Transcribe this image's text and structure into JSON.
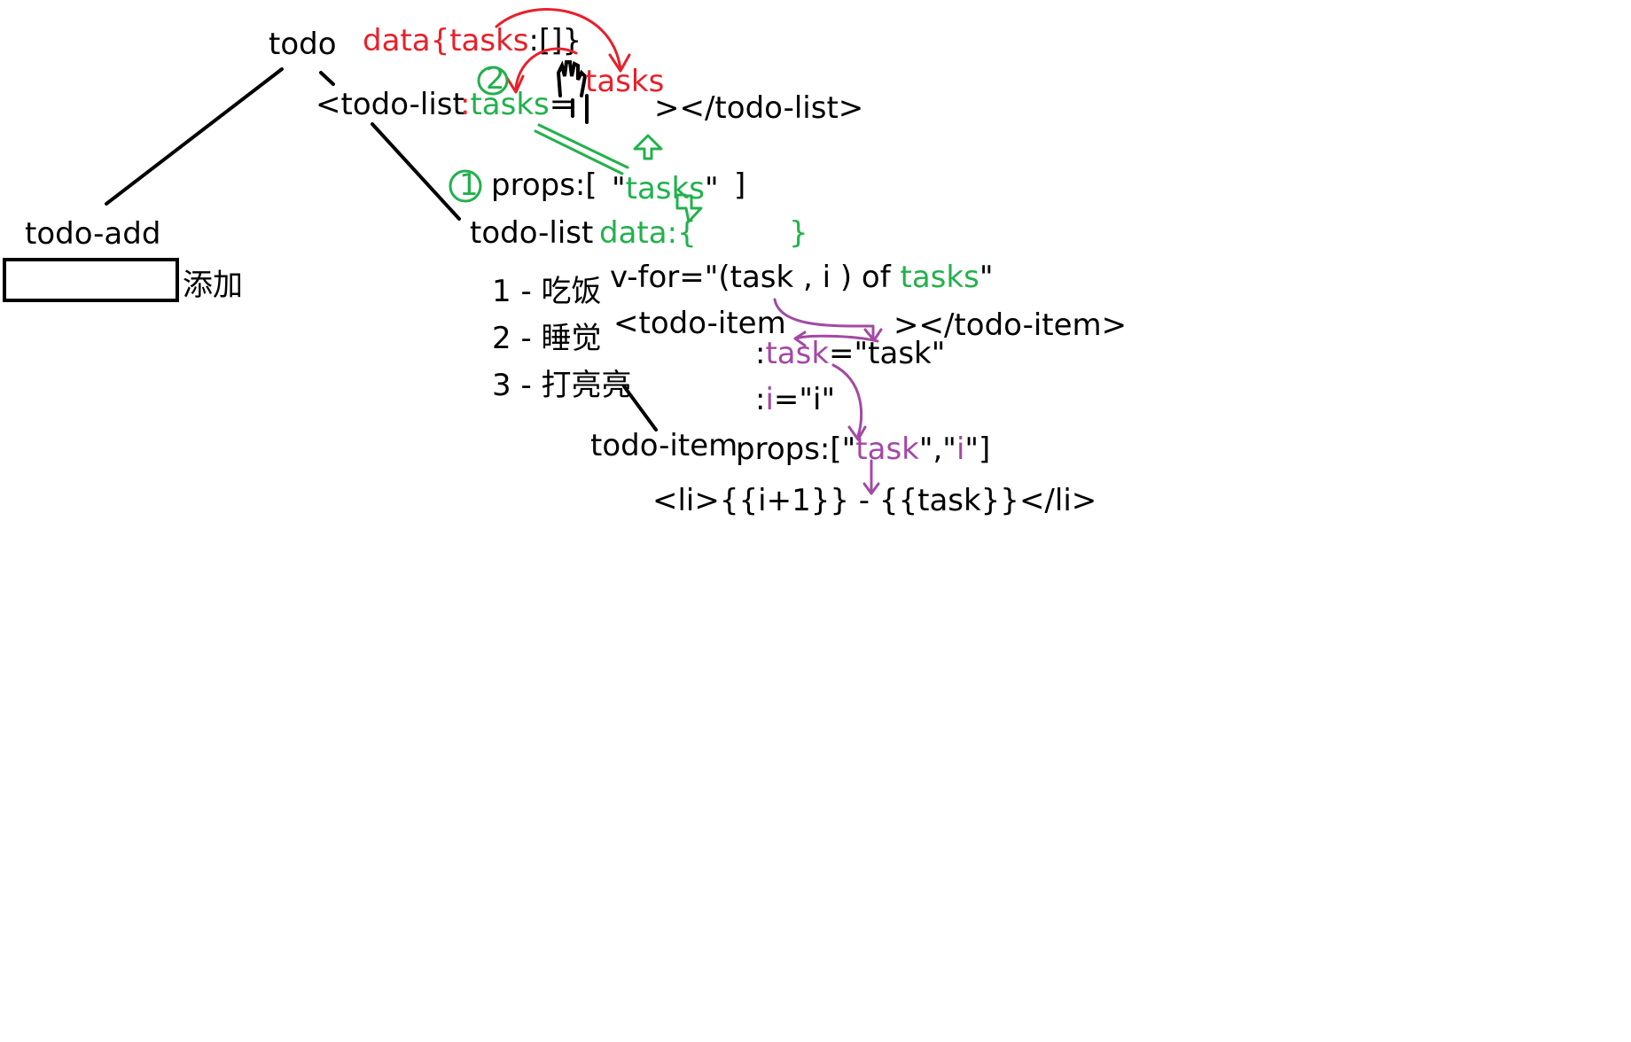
{
  "colors": {
    "red": "#e8202a",
    "green": "#22b14c",
    "purple": "#a349a4",
    "black": "#000000"
  },
  "root": {
    "label": "todo"
  },
  "root_data": {
    "prefix": "data{",
    "tasks": "tasks",
    "suffix": ":[]}"
  },
  "list_tag": {
    "open": "<todo-list",
    "bind_colon": ":",
    "bind": "tasks",
    "eq": "=",
    "close": "></todo-list>"
  },
  "red_tasks_label": "tasks",
  "step_labels": {
    "one": "1",
    "two": "2"
  },
  "props_list": {
    "open": "props:[",
    "quote_open": "\"",
    "name": "tasks",
    "quote_close": "\"",
    "close": "]"
  },
  "todo_list_node": {
    "label": "todo-list",
    "data_open": "data:{",
    "data_close": "}"
  },
  "todo_add_node": {
    "label": "todo-add",
    "button": "添加"
  },
  "items": [
    "1 - 吃饭",
    "2 - 睡觉",
    "3 - 打亮亮"
  ],
  "vfor": {
    "head": "v-for=\"(task , i )  of ",
    "tasks": "tasks",
    "tail": "\""
  },
  "item_tag": {
    "open": "<todo-item",
    "close": "></todo-item>"
  },
  "bind_task": {
    "colon": ":",
    "name": "task",
    "rest": "=\"task\""
  },
  "bind_i": {
    "colon": ":",
    "name": "i",
    "rest": "=\"i\""
  },
  "todo_item_node": {
    "label": "todo-item",
    "props_open": "props:[\"",
    "p1": "task",
    "mid": "\",\"",
    "p2": "i",
    "props_close": "\"]"
  },
  "template_line": "<li>{{i+1}} - {{task}}</li>"
}
